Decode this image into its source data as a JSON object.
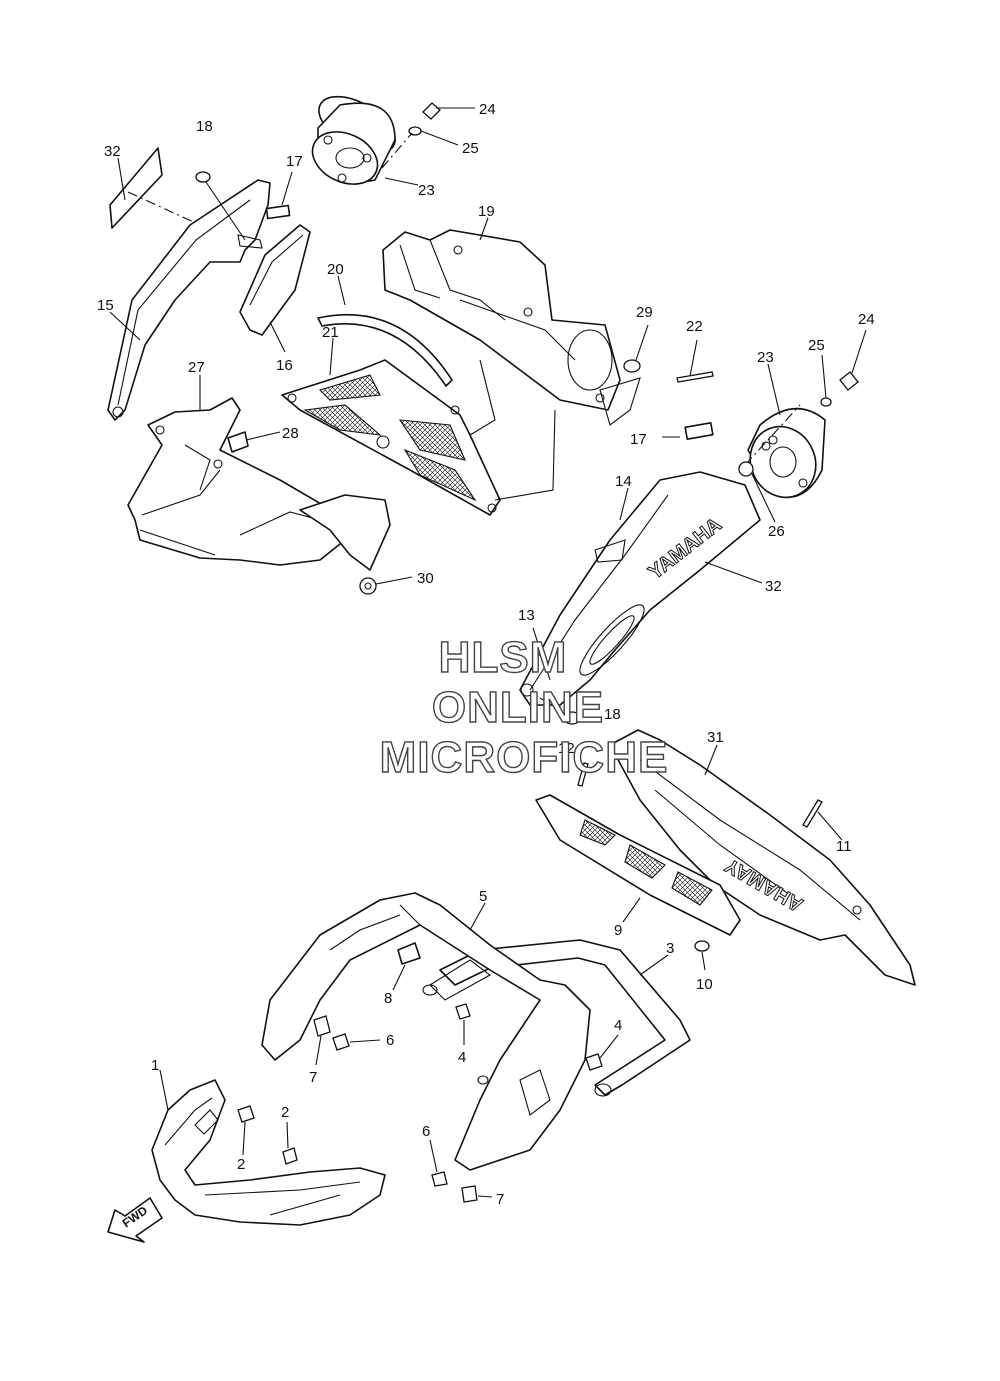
{
  "callouts": [
    {
      "id": "c1",
      "text": "1"
    },
    {
      "id": "c2a",
      "text": "2"
    },
    {
      "id": "c2b",
      "text": "2"
    },
    {
      "id": "c3",
      "text": "3"
    },
    {
      "id": "c4a",
      "text": "4"
    },
    {
      "id": "c4b",
      "text": "4"
    },
    {
      "id": "c5",
      "text": "5"
    },
    {
      "id": "c6a",
      "text": "6"
    },
    {
      "id": "c6b",
      "text": "6"
    },
    {
      "id": "c7a",
      "text": "7"
    },
    {
      "id": "c7b",
      "text": "7"
    },
    {
      "id": "c8",
      "text": "8"
    },
    {
      "id": "c9",
      "text": "9"
    },
    {
      "id": "c10",
      "text": "10"
    },
    {
      "id": "c11",
      "text": "11"
    },
    {
      "id": "c12",
      "text": "12"
    },
    {
      "id": "c13",
      "text": "13"
    },
    {
      "id": "c14",
      "text": "14"
    },
    {
      "id": "c15",
      "text": "15"
    },
    {
      "id": "c16",
      "text": "16"
    },
    {
      "id": "c17a",
      "text": "17"
    },
    {
      "id": "c17b",
      "text": "17"
    },
    {
      "id": "c18a",
      "text": "18"
    },
    {
      "id": "c18b",
      "text": "18"
    },
    {
      "id": "c19",
      "text": "19"
    },
    {
      "id": "c20",
      "text": "20"
    },
    {
      "id": "c21",
      "text": "21"
    },
    {
      "id": "c22",
      "text": "22"
    },
    {
      "id": "c23a",
      "text": "23"
    },
    {
      "id": "c23b",
      "text": "23"
    },
    {
      "id": "c24a",
      "text": "24"
    },
    {
      "id": "c24b",
      "text": "24"
    },
    {
      "id": "c25a",
      "text": "25"
    },
    {
      "id": "c25b",
      "text": "25"
    },
    {
      "id": "c26",
      "text": "26"
    },
    {
      "id": "c27",
      "text": "27"
    },
    {
      "id": "c28",
      "text": "28"
    },
    {
      "id": "c29",
      "text": "29"
    },
    {
      "id": "c30",
      "text": "30"
    },
    {
      "id": "c31",
      "text": "31"
    },
    {
      "id": "c32a",
      "text": "32"
    },
    {
      "id": "c32b",
      "text": "32"
    }
  ],
  "watermark": {
    "line1": "HLSM",
    "line2": "ONLINE",
    "line3": "MICROFICHE"
  },
  "muffler_logo": "YAMAHA",
  "guard_logo": "YAMAHA",
  "fwd_arrow": "FWD"
}
